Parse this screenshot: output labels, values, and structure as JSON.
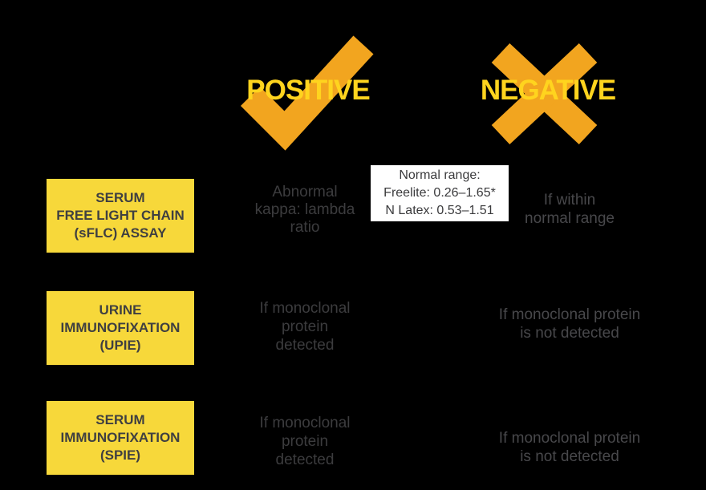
{
  "palette": {
    "background": "#000000",
    "orange": "#F2A51F",
    "header_yellow": "#FFD41E",
    "box_yellow": "#F7D83A",
    "box_text": "#3F3F41",
    "body_text_left": "#3C3C3E",
    "body_text_right": "#48484B",
    "note_bg": "#FFFFFF",
    "note_text": "#3A3A3C"
  },
  "header": {
    "positive": {
      "label": "POSITIVE",
      "icon": "check-icon"
    },
    "negative": {
      "label": "NEGATIVE",
      "icon": "cross-icon"
    }
  },
  "rows": [
    {
      "test": "SERUM\nFREE LIGHT CHAIN\n(sFLC) ASSAY",
      "positive": "Abnormal\nkappa: lambda\nratio",
      "note": "Normal range:\nFreelite: 0.26–1.65*\nN Latex: 0.53–1.51",
      "negative": "If within\nnormal range"
    },
    {
      "test": "URINE\nIMMUNOFIXATION\n(UPIE)",
      "positive": "If monoclonal\nprotein\ndetected",
      "negative": "If monoclonal protein\nis not detected"
    },
    {
      "test": "SERUM\nIMMUNOFIXATION\n(SPIE)",
      "positive": "If monoclonal\nprotein\ndetected",
      "negative": "If monoclonal protein\nis not detected"
    }
  ]
}
